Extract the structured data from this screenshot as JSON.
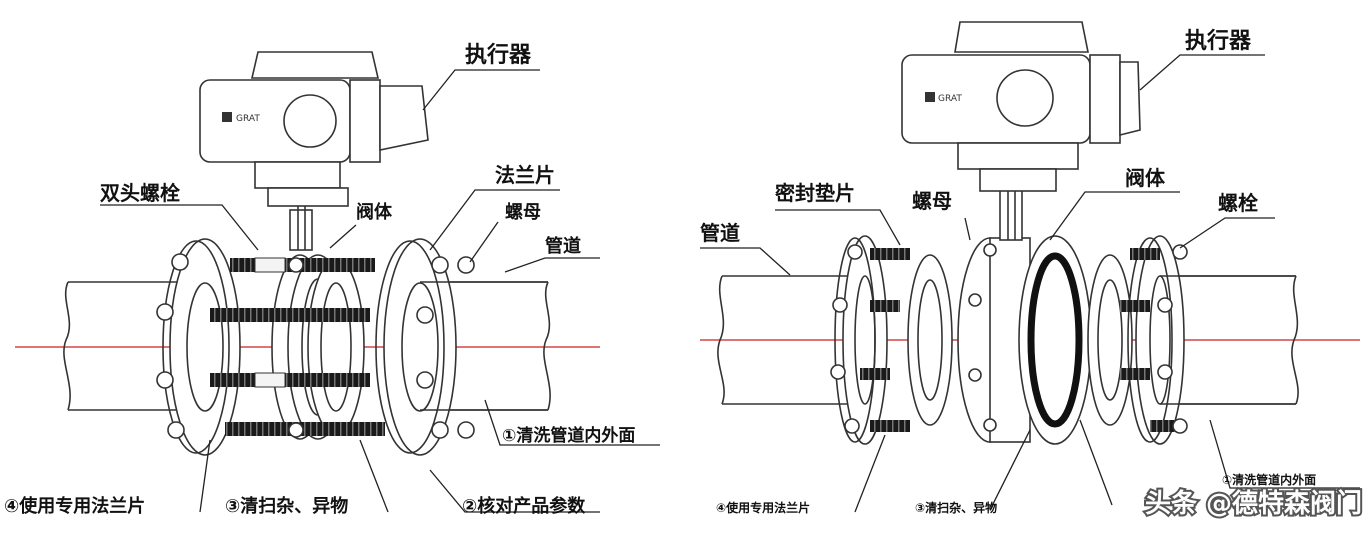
{
  "left": {
    "labels": {
      "actuator": "执行器",
      "stud_bolt": "双头螺栓",
      "valve_body": "阀体",
      "flange": "法兰片",
      "nut": "螺母",
      "pipe": "管道",
      "step1": "①清洗管道内外面",
      "step2": "②核对产品参数",
      "step3": "③清扫杂、异物",
      "step4": "④使用专用法兰片"
    },
    "brand": "GRAT"
  },
  "right": {
    "labels": {
      "actuator": "执行器",
      "gasket": "密封垫片",
      "nut": "螺母",
      "valve_body": "阀体",
      "bolt": "螺栓",
      "pipe": "管道",
      "step1": "①清洗管道内外面",
      "step3": "③清扫杂、异物",
      "step4": "④使用专用法兰片"
    },
    "brand": "GRAT"
  },
  "watermark": "头条 @德特森阀门",
  "colors": {
    "line": "#333333",
    "centerline": "#cc2222",
    "bolt": "#1a1a1a"
  }
}
